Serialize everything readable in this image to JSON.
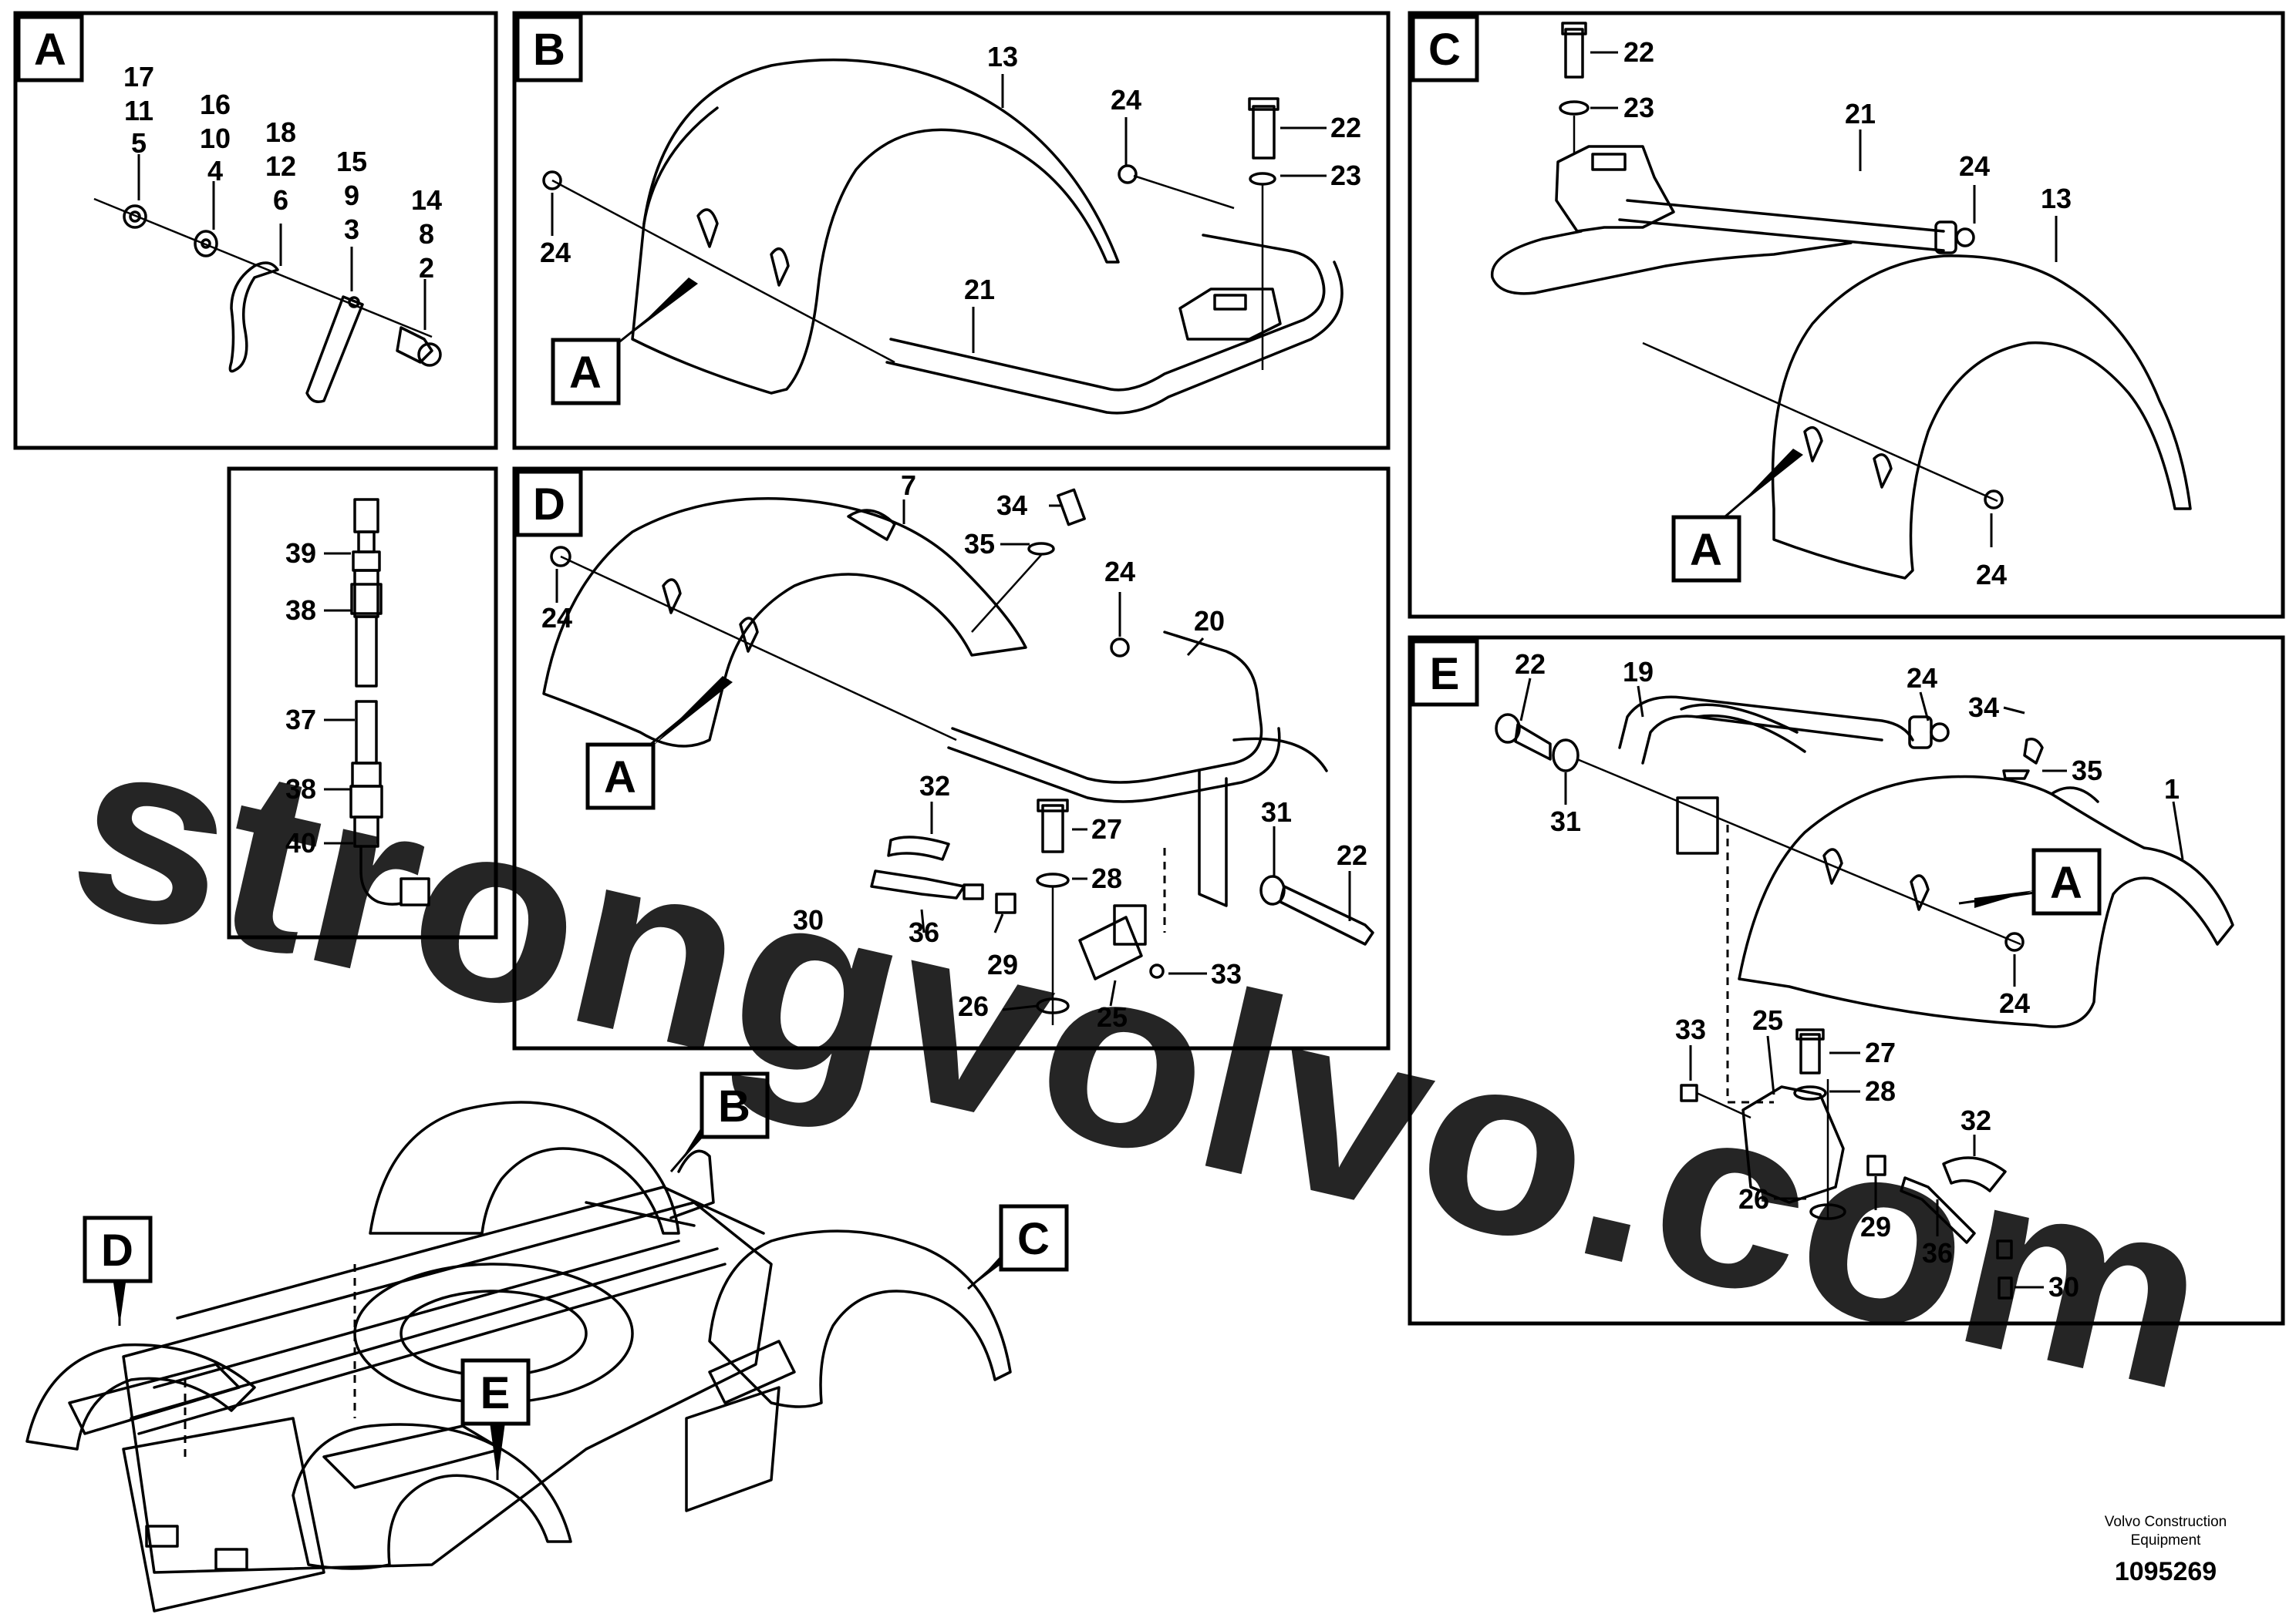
{
  "watermark": "strongvolvo.com",
  "footer": {
    "company_line1": "Volvo Construction",
    "company_line2": "Equipment",
    "drawing_number": "1095269"
  },
  "panels": {
    "A": {
      "letter": "A",
      "labels": [
        "17",
        "11",
        "5",
        "16",
        "10",
        "4",
        "18",
        "12",
        "6",
        "15",
        "9",
        "3",
        "14",
        "8",
        "2"
      ]
    },
    "B": {
      "letter": "B",
      "callout": "A",
      "labels": [
        "13",
        "24",
        "22",
        "23",
        "24",
        "21"
      ]
    },
    "C": {
      "letter": "C",
      "callout": "A",
      "labels": [
        "22",
        "23",
        "21",
        "24",
        "13",
        "24"
      ]
    },
    "H": {
      "labels": [
        "39",
        "38",
        "37",
        "38",
        "40"
      ]
    },
    "D": {
      "letter": "D",
      "callout": "A",
      "labels": [
        "7",
        "34",
        "35",
        "24",
        "24",
        "20",
        "32",
        "27",
        "28",
        "31",
        "22",
        "30",
        "36",
        "29",
        "33",
        "26",
        "25"
      ]
    },
    "E": {
      "letter": "E",
      "callout": "A",
      "labels": [
        "22",
        "19",
        "24",
        "34",
        "35",
        "31",
        "1",
        "24",
        "33",
        "25",
        "27",
        "28",
        "32",
        "26",
        "29",
        "36",
        "30"
      ]
    },
    "overview": {
      "labels": [
        "B",
        "C",
        "D",
        "E"
      ]
    }
  }
}
